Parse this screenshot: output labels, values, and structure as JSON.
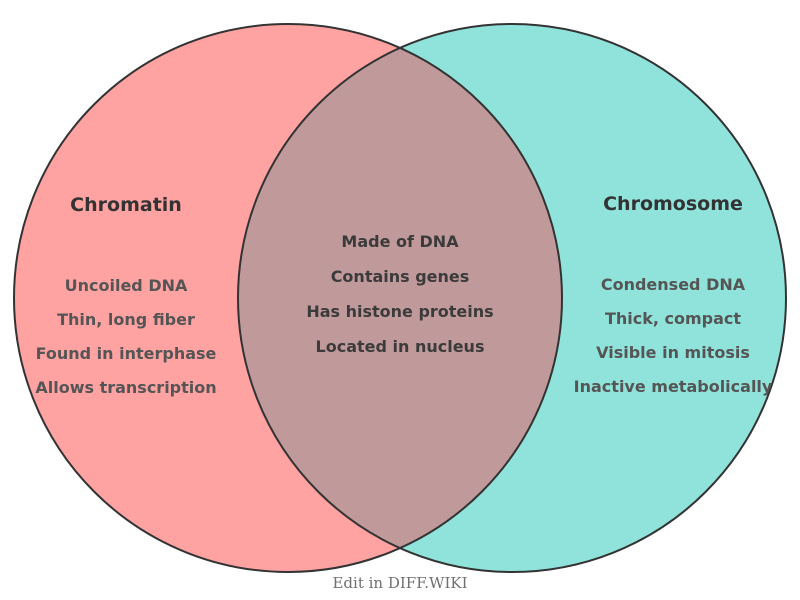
{
  "venn": {
    "outline_color": "#333333",
    "left": {
      "title": "Chromatin",
      "title_color": "#333333",
      "text_color": "#555555",
      "fill": "#ffa2a2",
      "items": [
        "Uncoiled DNA",
        "Thin, long fiber",
        "Found in interphase",
        "Allows transcription"
      ]
    },
    "right": {
      "title": "Chromosome",
      "title_color": "#333333",
      "text_color": "#555555",
      "fill": "#90e3da",
      "items": [
        "Condensed DNA",
        "Thick, compact",
        "Visible in mitosis",
        "Inactive metabolically"
      ]
    },
    "overlap": {
      "text_color": "#3b3b3b",
      "fill": "#c0999b",
      "items": [
        "Made of DNA",
        "Contains genes",
        "Has histone proteins",
        "Located in nucleus"
      ]
    }
  },
  "footer": {
    "caption": "Edit in DIFF.WIKI",
    "color": "#707070"
  }
}
